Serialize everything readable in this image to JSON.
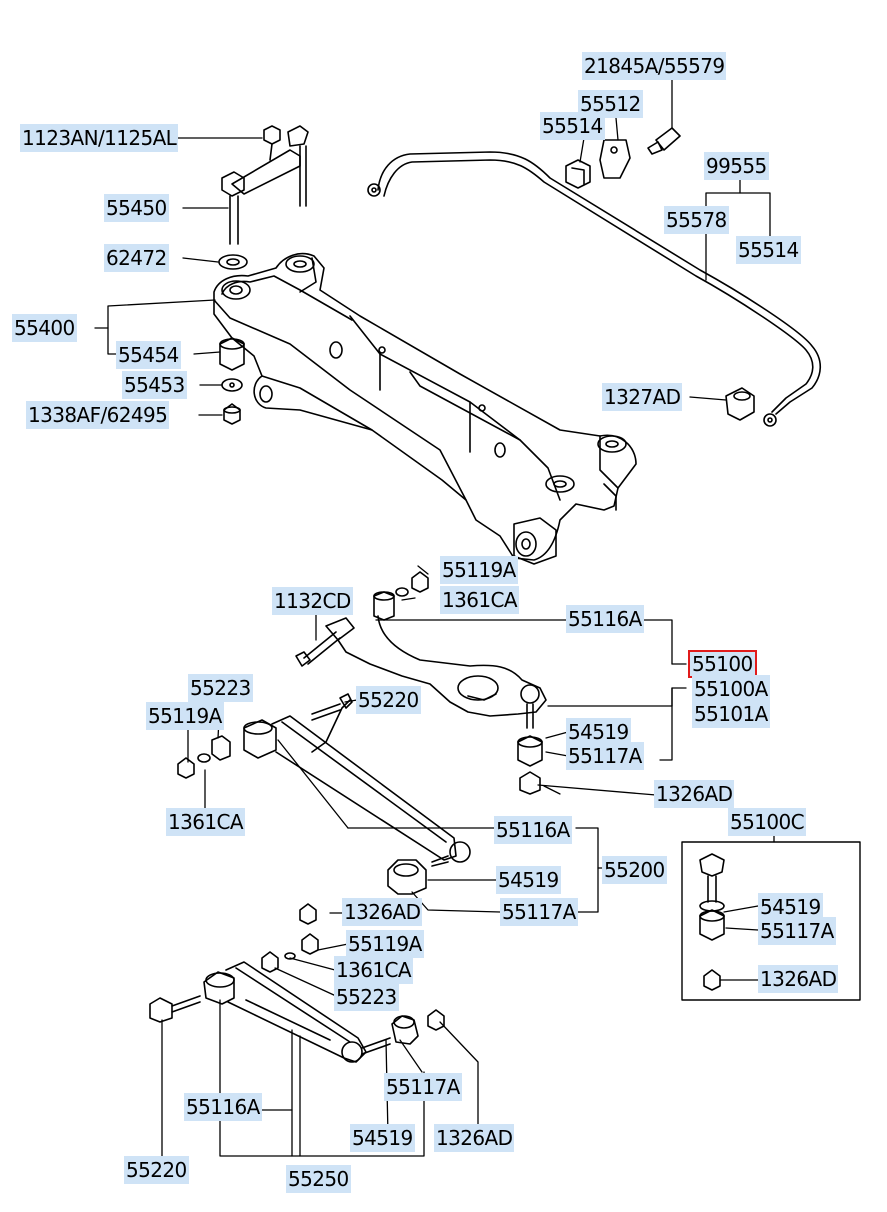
{
  "colors": {
    "label_highlight": "#cfe3f6",
    "selected_border": "#e11b1b",
    "line": "#000000"
  },
  "selected_part": "55100",
  "labels": {
    "p21845a_55579": "21845A/55579",
    "p55512": "55512",
    "p55514_top": "55514",
    "p1123an_1125al": "1123AN/1125AL",
    "p99555": "99555",
    "p55450": "55450",
    "p55578": "55578",
    "p55514_right": "55514",
    "p62472": "62472",
    "p55400": "55400",
    "p55454": "55454",
    "p55453": "55453",
    "p1327ad": "1327AD",
    "p1338af_62495": "1338AF/62495",
    "p55119a_1": "55119A",
    "p1132cd": "1132CD",
    "p1361ca_1": "1361CA",
    "p55116a_1": "55116A",
    "p55100": "55100",
    "p55223_1": "55223",
    "p55100a": "55100A",
    "p55220_1": "55220",
    "p55119a_2": "55119A",
    "p55101a": "55101A",
    "p54519_1": "54519",
    "p55117a_1": "55117A",
    "p1326ad_1": "1326AD",
    "p1361ca_2": "1361CA",
    "p55100c": "55100C",
    "p55116a_2": "55116A",
    "p55200": "55200",
    "p54519_2": "54519",
    "p55117a_2": "55117A",
    "p54519_3": "54519",
    "p1326ad_2": "1326AD",
    "p55117a_3": "55117A",
    "p55119a_3": "55119A",
    "p1361ca_3": "1361CA",
    "p1326ad_3": "1326AD",
    "p55223_2": "55223",
    "p55117a_4": "55117A",
    "p55116a_3": "55116A",
    "p54519_4": "54519",
    "p1326ad_4": "1326AD",
    "p55220_2": "55220",
    "p55250": "55250"
  }
}
